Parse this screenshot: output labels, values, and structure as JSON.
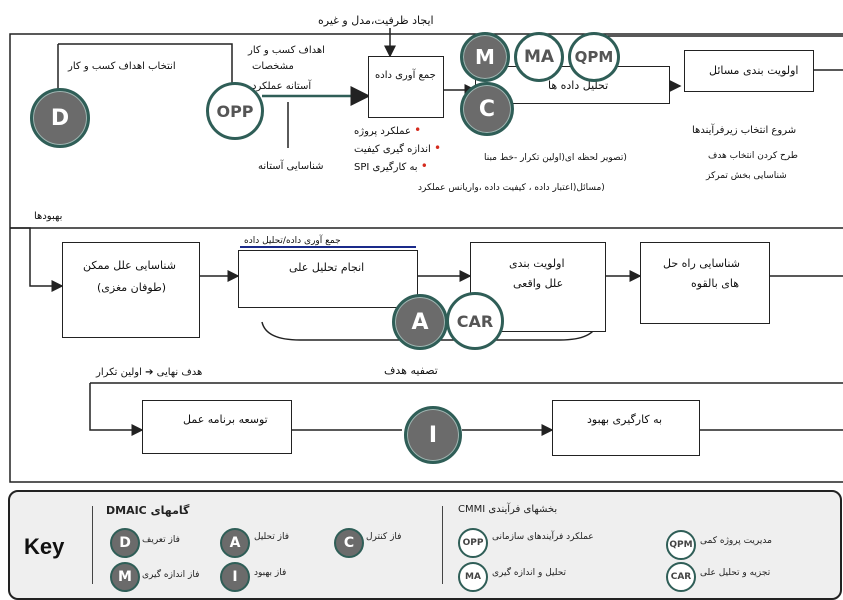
{
  "top": {
    "capacity_label": "ایجاد ظرفیت،مدل و غیره",
    "select_goals": "انتخاب اهداف کسب و کار",
    "goals_spec": [
      "اهداف کسب و کار",
      "مشخصات",
      "آستانه عملکرد"
    ],
    "threshold_id": "شناسایی آستانه",
    "collect_data": "جمع آوری داده",
    "bullets": [
      "عملکرد پروژه",
      "اندازه گیری کیفیت",
      "به کارگیری SPI"
    ],
    "analyze_data": "تحلیل داده ها",
    "analysis_note1": "(تصویر لحظه ای(اولین تکرار -خط مبنا",
    "analysis_note2": "(مسائل(اعتبار داده ، کیفیت داده ،واریانس عملکرد",
    "prioritize": "اولویت بندی مسائل",
    "right_notes": [
      "شروع انتخاب زیرفرآیندها",
      "طرح کردن انتخاب هدف",
      "شناسایی بخش تمرکز"
    ]
  },
  "middle": {
    "improvements": "بهبودها",
    "root_causes": [
      "شناسایی علل ممکن",
      "(طوفان مغزی)"
    ],
    "collect_analyze": "جمع آوری داده/تحلیل داده",
    "causal_analysis": "انجام تحلیل علی",
    "prioritize_real": [
      "اولویت بندی",
      "علل واقعی"
    ],
    "solutions": [
      "شناسایی راه حل",
      "های بالقوه"
    ]
  },
  "lower": {
    "first_iteration": "هدف نهایی ➔ اولین تکرار",
    "refine_goal": "تصفیه هدف",
    "action_plan": "توسعه برنامه عمل",
    "apply_improve": "به کارگیری بهبود"
  },
  "circles": {
    "D": "D",
    "OPP": "OPP",
    "M": "M",
    "MA": "MA",
    "QPM": "QPM",
    "C": "C",
    "A": "A",
    "CAR": "CAR",
    "I": "I"
  },
  "key": {
    "title": "Key",
    "dmaic_title": "گامهای DMAIC",
    "cmmi_title": "بخشهای فرآیندی CMMI",
    "items": {
      "D": "فاز تعریف",
      "A": "فاز تحلیل",
      "C": "فاز کنترل",
      "M": "فاز اندازه گیری",
      "I": "فاز بهبود",
      "OPP": "عملکرد فرآیندهای سازمانی",
      "QPM": "مدیریت پروژه کمی",
      "MA": "تحلیل و اندازه گیری",
      "CAR": "تجزیه و تحلیل علی"
    }
  }
}
